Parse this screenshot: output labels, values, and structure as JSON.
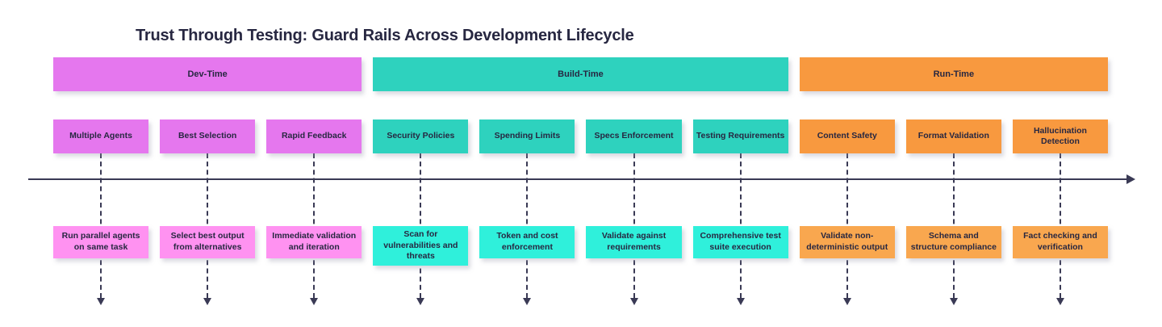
{
  "title": "Trust Through Testing: Guard Rails Across Development Lifecycle",
  "phases": [
    {
      "id": "dev-time",
      "label": "Dev-Time"
    },
    {
      "id": "build-time",
      "label": "Build-Time"
    },
    {
      "id": "run-time",
      "label": "Run-Time"
    }
  ],
  "columns": [
    {
      "phase": "dev-time",
      "label": "Multiple Agents",
      "description": "Run parallel agents on same task"
    },
    {
      "phase": "dev-time",
      "label": "Best Selection",
      "description": "Select best output from alternatives"
    },
    {
      "phase": "dev-time",
      "label": "Rapid Feedback",
      "description": "Immediate validation and iteration"
    },
    {
      "phase": "build-time",
      "label": "Security Policies",
      "description": "Scan for vulnerabilities and threats"
    },
    {
      "phase": "build-time",
      "label": "Spending Limits",
      "description": "Token and cost enforcement"
    },
    {
      "phase": "build-time",
      "label": "Specs Enforcement",
      "description": "Validate against requirements"
    },
    {
      "phase": "build-time",
      "label": "Testing Requirements",
      "description": "Comprehensive test suite execution"
    },
    {
      "phase": "run-time",
      "label": "Content Safety",
      "description": "Validate non-deterministic output"
    },
    {
      "phase": "run-time",
      "label": "Format Validation",
      "description": "Schema and structure compliance"
    },
    {
      "phase": "run-time",
      "label": "Hallucination Detection",
      "description": "Fact checking and verification"
    }
  ],
  "colors": {
    "ink": "#272741",
    "line": "#3a3a55",
    "dev": "#e577ee",
    "devLight": "#ff92f1",
    "build": "#2ed2be",
    "buildLight": "#2ff0db",
    "run": "#f8993f",
    "runLight": "#f9a74f"
  }
}
